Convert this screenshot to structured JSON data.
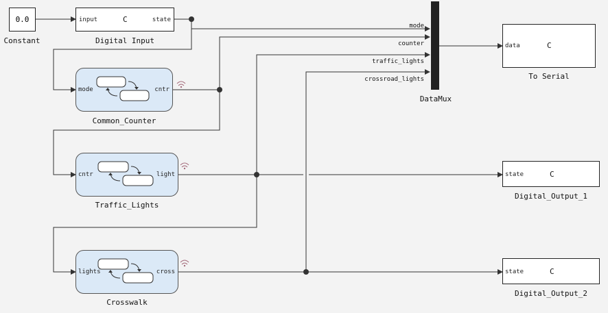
{
  "constant": {
    "value": "0.0",
    "name": "Constant"
  },
  "digital_input": {
    "name": "Digital Input",
    "in_port": "input",
    "out_port": "state",
    "code": "C"
  },
  "common_counter": {
    "name": "Common_Counter",
    "in_port": "mode",
    "out_port": "cntr"
  },
  "traffic_lights": {
    "name": "Traffic_Lights",
    "in_port": "cntr",
    "out_port": "light"
  },
  "crosswalk": {
    "name": "Crosswalk",
    "in_port": "lights",
    "out_port": "cross"
  },
  "datamux": {
    "name": "DataMux",
    "inputs": [
      "mode",
      "counter",
      "traffic_lights",
      "crossroad_lights"
    ]
  },
  "to_serial": {
    "name": "To Serial",
    "in_port": "data",
    "code": "C"
  },
  "digital_output_1": {
    "name": "Digital_Output_1",
    "in_port": "state",
    "code": "C"
  },
  "digital_output_2": {
    "name": "Digital_Output_2",
    "in_port": "state",
    "code": "C"
  },
  "colors": {
    "background": "#f3f3f3",
    "chart_fill": "#dbe9f7",
    "line": "#333333",
    "mux": "#222222",
    "wifi": "#a36a7a"
  }
}
